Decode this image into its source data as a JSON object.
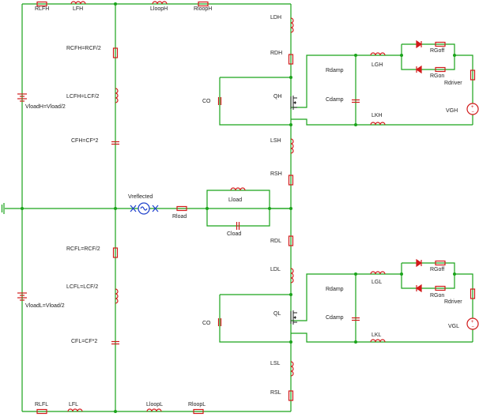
{
  "colors": {
    "wire": "#1aa31a",
    "component": "#d11a1a",
    "transistor": "#222222",
    "probe": "#2244cc"
  },
  "labels": {
    "rlfh": "RLFH",
    "lfh": "LFH",
    "lloop_h": "LloopH",
    "rloop_h": "RloopH",
    "rcfh": "RCFH=RCF/2",
    "lcfh": "LCFH=LCF/2",
    "cfh": "CFH=CF*2",
    "vload_h": "VloadH=Vload/2",
    "vload_l": "VloadL=Vload/2",
    "rcfl": "RCFL=RCF/2",
    "lcfl": "LCFL=LCF/2",
    "cfl": "CFL=CF*2",
    "rlfl": "RLFL",
    "lfl": "LFL",
    "lloop_l": "LloopL",
    "rloop_l": "RloopL",
    "vreflected": "Vreflected",
    "rload": "Rload",
    "lload": "Lload",
    "cload": "Cload",
    "ldh": "LDH",
    "rdh": "RDH",
    "co_h": "CO",
    "qh": "QH",
    "lsh": "LSH",
    "rsh": "RSH",
    "rdl": "RDL",
    "ldl": "LDL",
    "co_l": "CO",
    "ql": "QL",
    "lsl": "LSL",
    "rsl": "RSL",
    "rdamp_h": "Rdamp",
    "cdamp_h": "Cdamp",
    "lgh": "LGH",
    "lkh": "LKH",
    "rgoff_h": "RGoff",
    "rgon_h": "RGon",
    "rdriver_h": "Rdriver",
    "vgh": "VGH",
    "rdamp_l": "Rdamp",
    "cdamp_l": "Cdamp",
    "lgl": "LGL",
    "lkl": "LKL",
    "rgoff_l": "RGoff",
    "rgon_l": "RGon",
    "rdriver_l": "Rdriver",
    "vgl": "VGL"
  }
}
